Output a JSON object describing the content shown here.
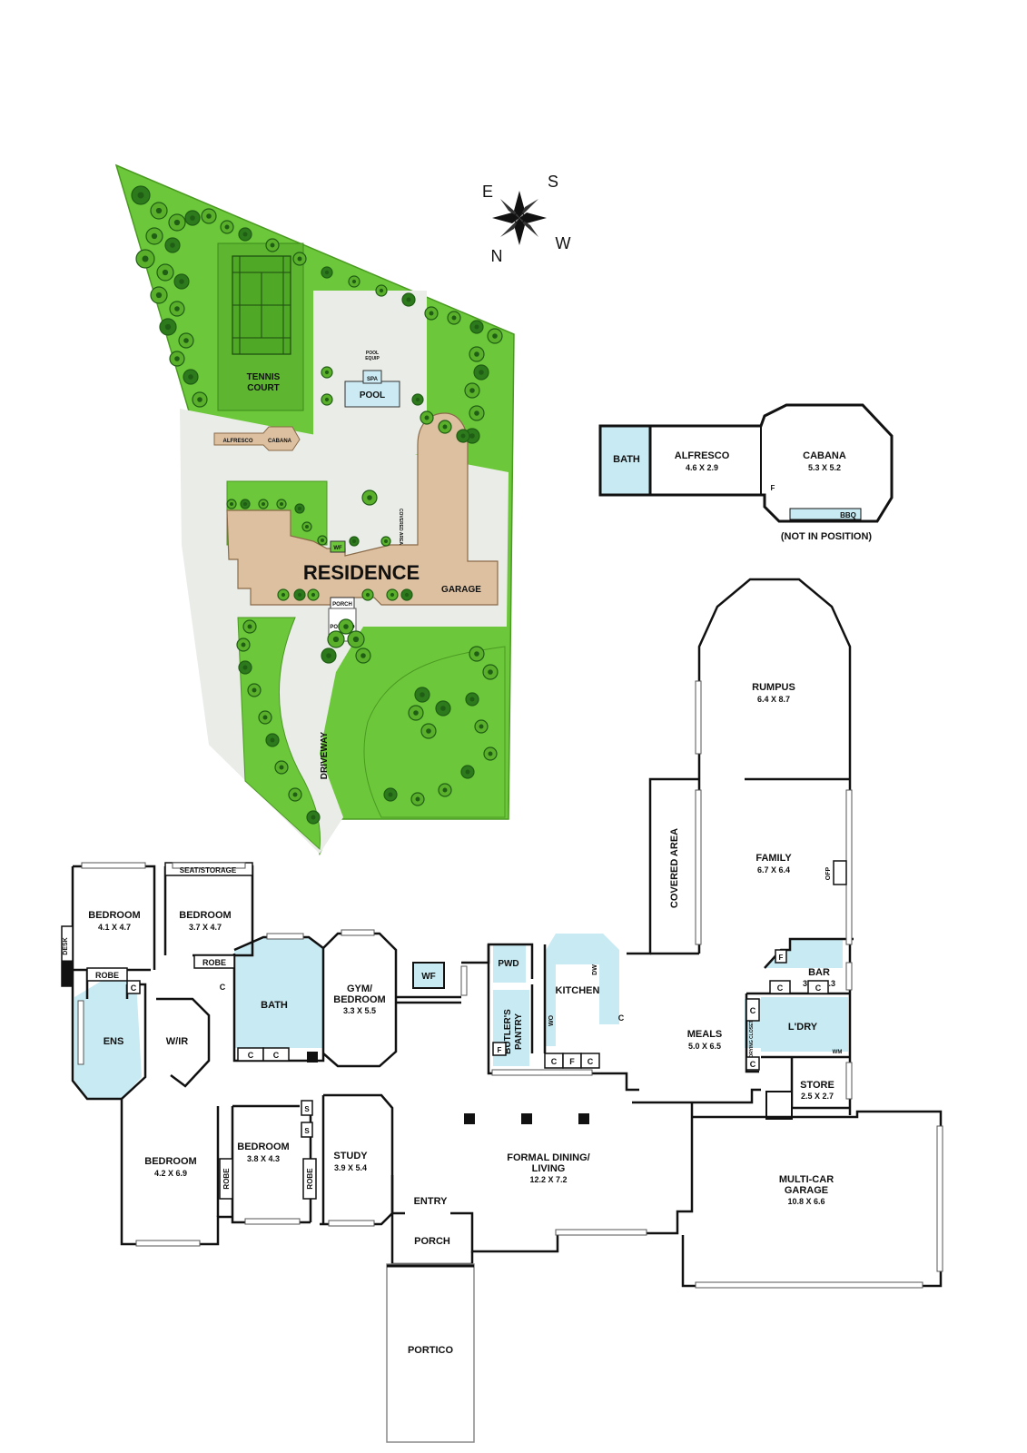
{
  "colors": {
    "lawn": "#6cc83a",
    "lawn_edge": "#4a9a22",
    "residence": "#dcc0a0",
    "wet_area": "#c8eaf2",
    "pool": "#cbeaf3",
    "wall": "#111111",
    "tree_dark": "#1f5e14",
    "tree_mid": "#5ab02b"
  },
  "compass": {
    "e": "E",
    "s": "S",
    "n": "N",
    "w": "W"
  },
  "site": {
    "tennis_court": [
      "TENNIS",
      "COURT"
    ],
    "pool": "POOL",
    "spa": "SPA",
    "pool_equip": [
      "POOL",
      "EQUIP"
    ],
    "alfresco": "ALFRESCO",
    "cabana": "CABANA",
    "residence": "RESIDENCE",
    "garage": "GARAGE",
    "covered_area": "COVERED AREA",
    "wf": "WF",
    "porch": "PORCH",
    "portico": "PORTICO",
    "driveway": "DRIVEWAY"
  },
  "cabana_plan": {
    "bath": "BATH",
    "alfresco": "ALFRESCO",
    "alfresco_dim": "4.6 X 2.9",
    "cabana": "CABANA",
    "cabana_dim": "5.3 X 5.2",
    "bbq": "BBQ",
    "f": "F",
    "note": "(NOT IN POSITION)"
  },
  "rooms": {
    "bedroom1": {
      "name": "BEDROOM",
      "dim": "4.1 X 4.7"
    },
    "bedroom2": {
      "name": "BEDROOM",
      "dim": "3.7 X 4.7"
    },
    "seat_storage": "SEAT/STORAGE",
    "desk": "DESK",
    "robe1": "ROBE",
    "robe2": "ROBE",
    "robe3": "ROBE",
    "robe4": "ROBE",
    "ens": "ENS",
    "wir": "W/IR",
    "bath": "BATH",
    "gym": {
      "name": "GYM/",
      "name2": "BEDROOM",
      "dim": "3.3 X 5.5"
    },
    "wf": "WF",
    "pwd": "PWD",
    "butlers_pantry": [
      "BUTLER'S",
      "PANTRY"
    ],
    "kitchen": "KITCHEN",
    "dw": "DW",
    "wo": "WO",
    "meals": {
      "name": "MEALS",
      "dim": "5.0 X 6.5"
    },
    "covered_area": "COVERED AREA",
    "rumpus": {
      "name": "RUMPUS",
      "dim": "6.4 X 8.7"
    },
    "family": {
      "name": "FAMILY",
      "dim": "6.7 X 6.4"
    },
    "ofp": "OFP",
    "bar": {
      "name": "BAR",
      "dim": "3.4 X 2.3"
    },
    "ldry": "L'DRY",
    "drying_closet": "DRYING CLOSET",
    "wm": "WM",
    "store": {
      "name": "STORE",
      "dim": "2.5 X 2.7"
    },
    "bedroom3": {
      "name": "BEDROOM",
      "dim": "4.2 X 6.9"
    },
    "bedroom4": {
      "name": "BEDROOM",
      "dim": "3.8 X 4.3"
    },
    "study": {
      "name": "STUDY",
      "dim": "3.9 X 5.4"
    },
    "formal": {
      "name": "FORMAL DINING/",
      "name2": "LIVING",
      "dim": "12.2 X 7.2"
    },
    "entry": "ENTRY",
    "porch": "PORCH",
    "portico": "PORTICO",
    "garage": {
      "name": "MULTI-CAR",
      "name2": "GARAGE",
      "dim": "10.8 X 6.6"
    },
    "c": "C",
    "f": "F",
    "s": "S"
  }
}
